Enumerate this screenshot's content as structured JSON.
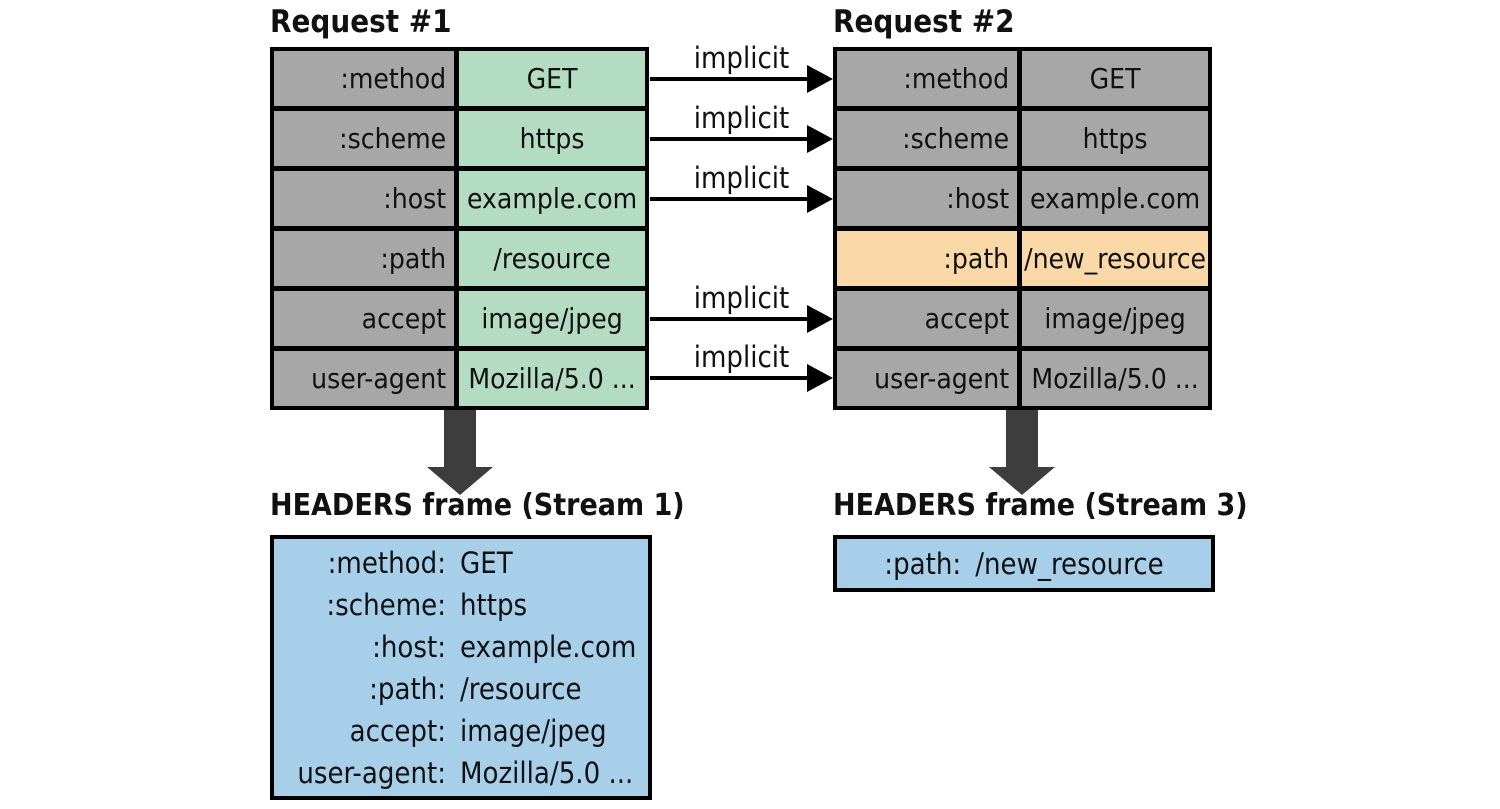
{
  "request1": {
    "title": "Request #1",
    "rows": [
      {
        "name": ":method",
        "value": "GET"
      },
      {
        "name": ":scheme",
        "value": "https"
      },
      {
        "name": ":host",
        "value": "example.com"
      },
      {
        "name": ":path",
        "value": "/resource"
      },
      {
        "name": "accept",
        "value": "image/jpeg"
      },
      {
        "name": "user-agent",
        "value": "Mozilla/5.0 ..."
      }
    ]
  },
  "request2": {
    "title": "Request #2",
    "rows": [
      {
        "name": ":method",
        "value": "GET",
        "highlight": false
      },
      {
        "name": ":scheme",
        "value": "https",
        "highlight": false
      },
      {
        "name": ":host",
        "value": "example.com",
        "highlight": false
      },
      {
        "name": ":path",
        "value": "/new_resource",
        "highlight": true
      },
      {
        "name": "accept",
        "value": "image/jpeg",
        "highlight": false
      },
      {
        "name": "user-agent",
        "value": "Mozilla/5.0 ...",
        "highlight": false
      }
    ]
  },
  "arrows": {
    "label": "implicit"
  },
  "frame1": {
    "title": "HEADERS frame (Stream 1)",
    "lines": [
      {
        "name": ":method:",
        "value": "GET"
      },
      {
        "name": ":scheme:",
        "value": "https"
      },
      {
        "name": ":host:",
        "value": "example.com"
      },
      {
        "name": ":path:",
        "value": "/resource"
      },
      {
        "name": "accept:",
        "value": "image/jpeg"
      },
      {
        "name": "user-agent:",
        "value": "Mozilla/5.0 ..."
      }
    ]
  },
  "frame2": {
    "title": "HEADERS frame (Stream 3)",
    "lines": [
      {
        "name": ":path:",
        "value": "/new_resource"
      }
    ]
  },
  "colors": {
    "gray": "#a7a7a7",
    "green": "#b4dcc2",
    "orange": "#fad8a8",
    "blue": "#a8cfe9",
    "arrow_dark": "#3d3d3d",
    "border": "#000000"
  }
}
